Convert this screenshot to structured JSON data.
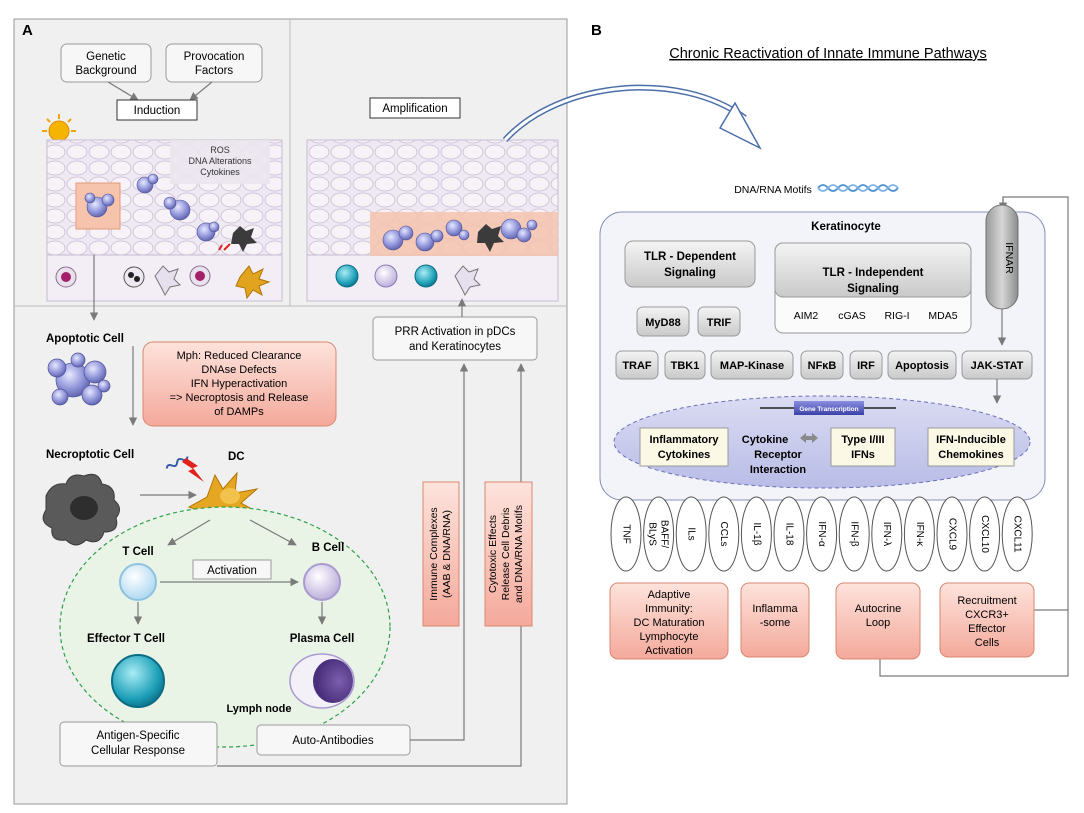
{
  "panel_a": {
    "letter": "A",
    "genetic_background": [
      "Genetic",
      "Background"
    ],
    "provocation_factors": [
      "Provocation",
      "Factors"
    ],
    "induction": "Induction",
    "amplification": "Amplification",
    "ros_lines": [
      "ROS",
      "DNA Alterations",
      "Cytokines"
    ],
    "apoptotic_cell": "Apoptotic Cell",
    "mph_lines": [
      "Mph: Reduced Clearance",
      "DNAse Defects",
      "IFN Hyperactivation",
      "=> Necroptosis and Release",
      "of DAMPs"
    ],
    "necroptotic_cell": "Necroptotic Cell",
    "dc": "DC",
    "t_cell": "T Cell",
    "b_cell": "B Cell",
    "activation": "Activation",
    "effector_t_cell": "Effector T Cell",
    "plasma_cell": "Plasma Cell",
    "lymph_node": "Lymph node",
    "antigen_response": [
      "Antigen-Specific",
      "Cellular Response"
    ],
    "auto_antibodies": "Auto-Antibodies",
    "prr_activation": [
      "PRR Activation in pDCs",
      "and Keratinocytes"
    ],
    "immune_complexes": [
      "Immune Complexes",
      "(AAB & DNA/RNA)"
    ],
    "cytotoxic_effects": [
      "Cytotoxic Effects",
      "Release Cell Debris",
      "and DNA/RNA Motifs"
    ]
  },
  "panel_b": {
    "letter": "B",
    "title": "Chronic Reactivation of Innate Immune Pathways",
    "dna_rna_motifs": "DNA/RNA Motifs",
    "keratinocyte": "Keratinocyte",
    "tlr_dependent": [
      "TLR - Dependent",
      "Signaling"
    ],
    "tlr_independent": [
      "TLR - Independent",
      "Signaling"
    ],
    "ifnar": "IFNAR",
    "myd88": "MyD88",
    "trif": "TRIF",
    "sensors": [
      "AIM2",
      "cGAS",
      "RIG-I",
      "MDA5"
    ],
    "signal_nodes": [
      "TRAF",
      "TBK1",
      "MAP-Kinase",
      "NFκB",
      "IRF",
      "Apoptosis",
      "JAK-STAT"
    ],
    "gene_transcription": "Gene Transcription",
    "inflammatory_cytokines": [
      "Inflammatory",
      "Cytokines"
    ],
    "cytokine_receptor": [
      "Cytokine",
      "Receptor",
      "Interaction"
    ],
    "type_ifns": [
      "Type I/III",
      "IFNs"
    ],
    "ifn_chemokines": [
      "IFN-Inducible",
      "Chemokines"
    ],
    "mediators": [
      "TNF",
      "BAFF/BLyS",
      "ILs",
      "CCLs",
      "IL-1β",
      "IL-18",
      "IFN-α",
      "IFN-β",
      "IFN-λ",
      "IFN-κ",
      "CXCL9",
      "CXCL10",
      "CXCL11"
    ],
    "outcome_adaptive": [
      "Adaptive",
      "Immunity:",
      "DC Maturation",
      "Lymphocyte",
      "Activation"
    ],
    "outcome_inflammasome": [
      "Inflamma",
      "-some"
    ],
    "outcome_autocrine": [
      "Autocrine",
      "Loop"
    ],
    "outcome_recruitment": [
      "Recruitment",
      "CXCR3+",
      "Effector",
      "Cells"
    ]
  }
}
